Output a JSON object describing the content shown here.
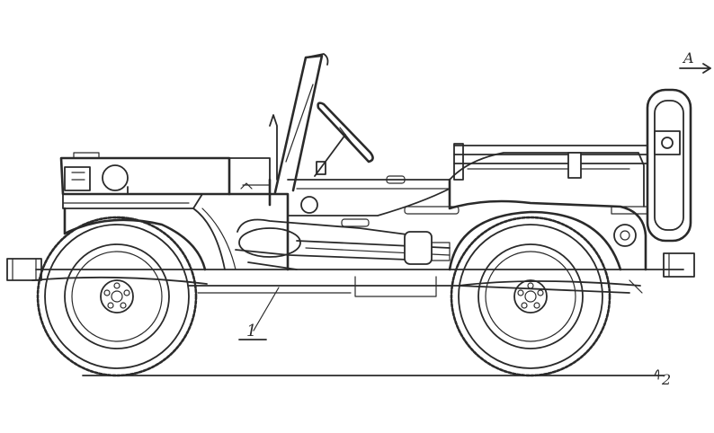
{
  "labels": {
    "view_arrow": "A",
    "callout_1": "1",
    "callout_2": "2"
  },
  "colors": {
    "ink": "#2a2a2a",
    "paper": "#ffffff"
  }
}
